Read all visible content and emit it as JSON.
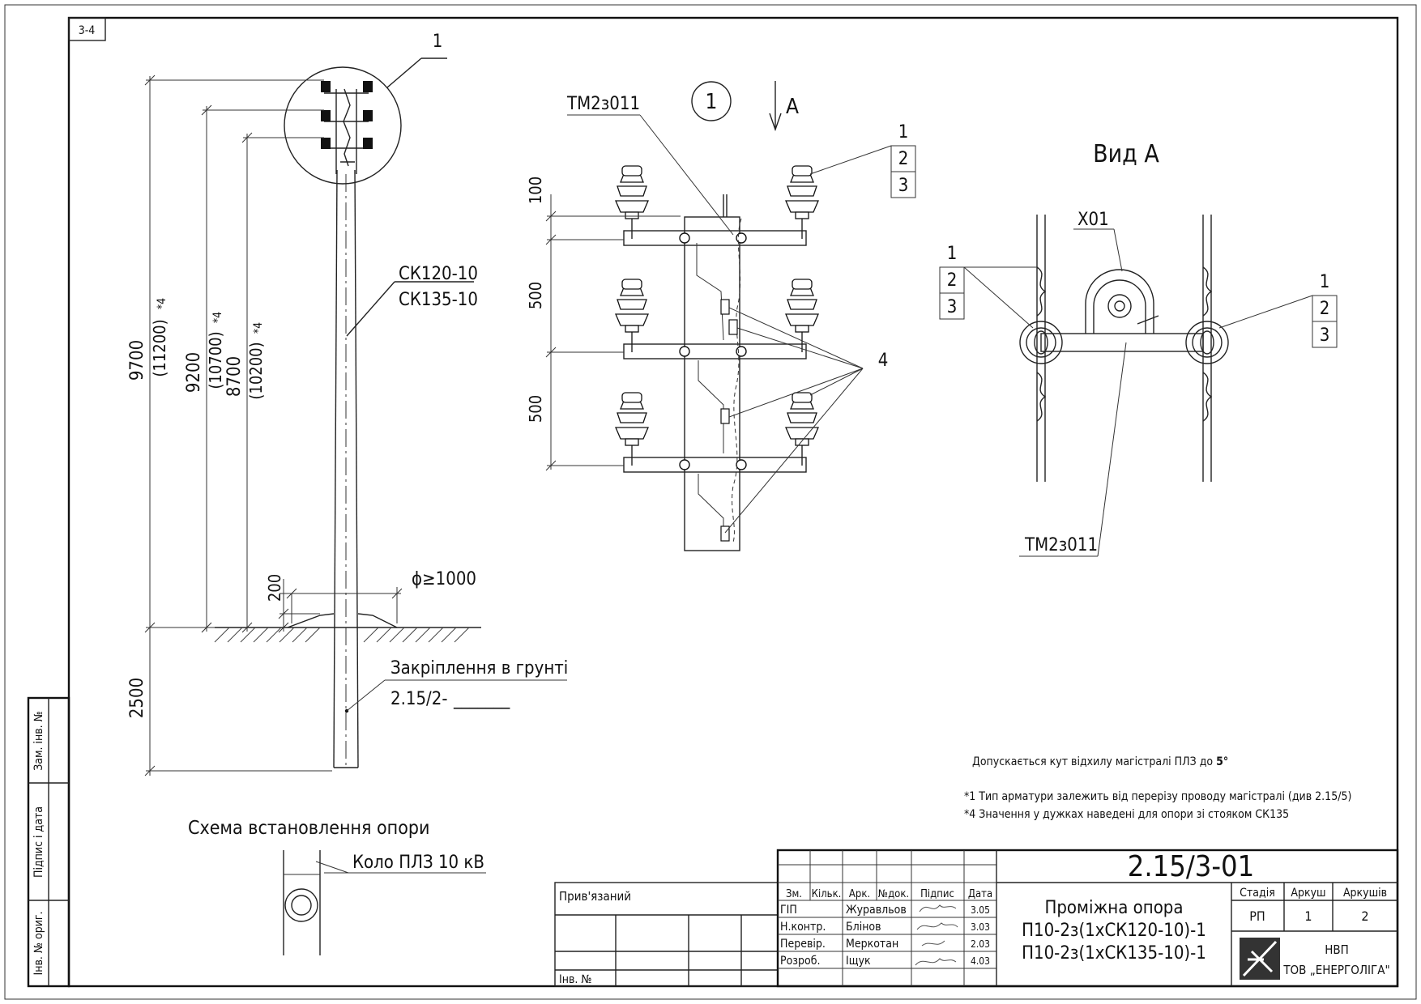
{
  "sheet_label": "3-4",
  "pole": {
    "callout": "1",
    "type_1": "СК120-10",
    "type_2": "СК135-10",
    "dims": {
      "d1": "9700",
      "d1_alt": "(11200)",
      "d2": "9200",
      "d2_alt": "(10700)",
      "d3": "8700",
      "d3_alt": "(10200)",
      "note_mark": "*4",
      "below": "2500",
      "mound": "200",
      "diameter": "ϕ≥1000"
    },
    "ground_label": "Закріплення в грунті",
    "ground_ref": "2.15/2-",
    "ground_ref_blank": "_______"
  },
  "detail": {
    "callout": "1",
    "view_arrow": "A",
    "part_label": "ТМ2з011",
    "dims": [
      "100",
      "500",
      "500"
    ],
    "refs": [
      "1",
      "2",
      "3"
    ],
    "item_4": "4"
  },
  "view_a": {
    "title": "Вид А",
    "label_top": "Х01",
    "label_bottom": "ТМ2з011",
    "refs_left": [
      "1",
      "2",
      "3"
    ],
    "refs_right": [
      "1",
      "2",
      "3"
    ]
  },
  "notes": {
    "line1_prefix": "Допускається кут відхилу магістралі ПЛЗ до ",
    "line1_bold": "5°",
    "line2": "*1 Тип арматури залежить від перерізу проводу магістралі (див 2.15/5)",
    "line3": "*4 Значення у дужках наведені для опори зі стояком СК135"
  },
  "scheme": {
    "title": "Схема встановлення опори",
    "label": "Коло ПЛЗ 10 кВ"
  },
  "side_stamp": [
    "Зам. інв. №",
    "Підпис і дата",
    "Інв. № ориг."
  ],
  "title_block": {
    "doc_code": "2.15/3-01",
    "attached": "Прив'язаний",
    "inv_no": "Інв. №",
    "col_headers": [
      "Зм.",
      "Кільк.",
      "Арк.",
      "№док.",
      "Підпис",
      "Дата"
    ],
    "rows": [
      {
        "role": "ГІП",
        "name": "Журавльов",
        "date": "3.05"
      },
      {
        "role": "Н.контр.",
        "name": "Блінов",
        "date": "3.03"
      },
      {
        "role": "Перевір.",
        "name": "Меркотан",
        "date": "2.03"
      },
      {
        "role": "Розроб.",
        "name": "Іщук",
        "date": "4.03"
      }
    ],
    "title_line1": "Проміжна опора",
    "title_line2": "П10-2з(1хСК120-10)-1",
    "title_line3": "П10-2з(1хСК135-10)-1",
    "stage_header": "Стадія",
    "sheet_header": "Аркуш",
    "sheets_header": "Аркушів",
    "stage": "РП",
    "sheet": "1",
    "sheets": "2",
    "org_line1": "НВП",
    "org_line2": "ТОВ „ЕНЕРГОЛІГА\""
  }
}
